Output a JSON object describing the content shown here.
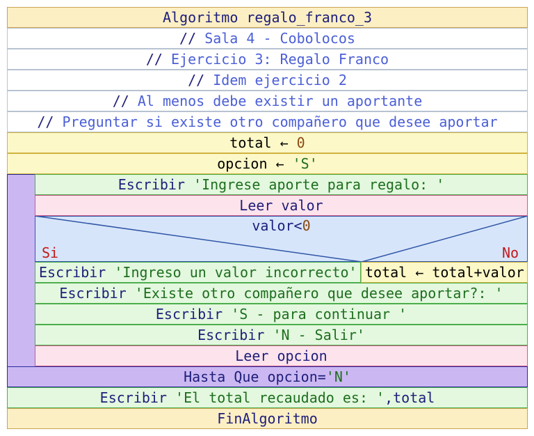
{
  "algoritmo": {
    "header": "Algoritmo regalo_franco_3",
    "footer": "FinAlgoritmo"
  },
  "comments": [
    {
      "marker": "//",
      "text": "Sala 4 - Cobolocos"
    },
    {
      "marker": "//",
      "text": "Ejercicio 3: Regalo Franco"
    },
    {
      "marker": "//",
      "text": "Idem ejercicio 2"
    },
    {
      "marker": "//",
      "text": "Al menos debe existir un aportante"
    },
    {
      "marker": "//",
      "text": "Preguntar si existe otro compañero que desee aportar"
    }
  ],
  "assign_total": {
    "var": "total",
    "arrow": "←",
    "value": "0"
  },
  "assign_opcion": {
    "var": "opcion",
    "arrow": "←",
    "value": "'S'"
  },
  "loop": {
    "escribir_aporte": {
      "kw": "Escribir",
      "str": "'Ingrese aporte para regalo: '"
    },
    "leer_valor": "Leer valor",
    "condition": {
      "left": "valor<",
      "num": "0"
    },
    "branch_si": "Si",
    "branch_no": "No",
    "escribir_incorrecto": {
      "kw": "Escribir",
      "str": "'Ingreso un valor incorrecto'"
    },
    "assign_sum": "total ← total+valor",
    "escribir_otro": {
      "kw": "Escribir",
      "str": "'Existe otro compañero que desee aportar?: '"
    },
    "escribir_s": {
      "kw": "Escribir",
      "str": "'S - para continuar '"
    },
    "escribir_n": {
      "kw": "Escribir",
      "str": "'N - Salir'"
    },
    "leer_opcion": "Leer opcion",
    "hasta": {
      "left": "Hasta Que opcion=",
      "str": "'N'"
    }
  },
  "escribir_total": {
    "kw": "Escribir",
    "str": "'El total recaudado es: '",
    "rest": ",total"
  }
}
